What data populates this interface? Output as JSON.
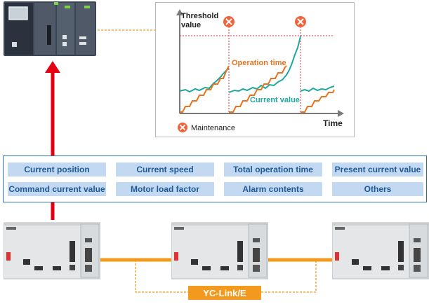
{
  "chart": {
    "y_axis_label_line1": "Threshold",
    "y_axis_label_line2": "value",
    "x_axis_label": "Time",
    "series_operation_time_label": "Operation time",
    "series_current_value_label": "Current value",
    "legend_maintenance_label": "Maintenance",
    "colors": {
      "operation_time": "#e8731e",
      "current_value": "#1fa89c",
      "threshold": "#d9343f",
      "maintenance": "#f0643c"
    }
  },
  "data_tags": [
    "Current position",
    "Current speed",
    "Total operation time",
    "Present current value",
    "Command current value",
    "Motor load factor",
    "Alarm contents",
    "Others"
  ],
  "network_label": "YC-Link/E",
  "colors": {
    "arrow": "#e60012",
    "link": "#f39a1e",
    "band_border": "#2f6ea8",
    "tag_bg": "#c3d9f1",
    "tag_text": "#1f5a96"
  }
}
